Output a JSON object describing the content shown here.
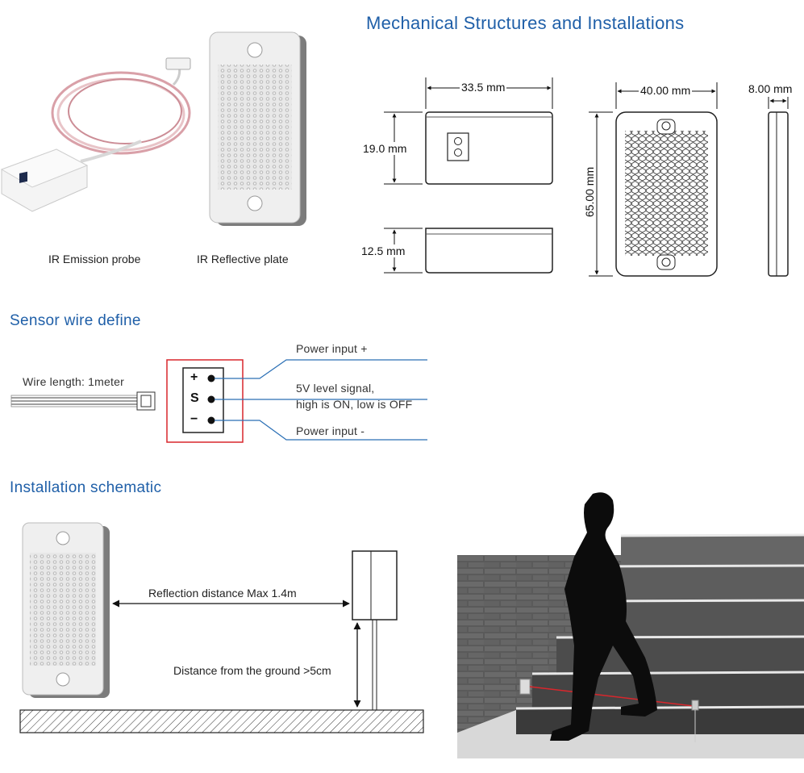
{
  "mechanical": {
    "title": "Mechanical Structures and Installations",
    "captions": {
      "probe": "IR Emission probe",
      "plate": "IR Reflective plate"
    },
    "dims": {
      "box_width": "33.5 mm",
      "box_height": "19.0 mm",
      "box_depth": "12.5 mm",
      "plate_width": "40.00 mm",
      "plate_height": "65.00 mm",
      "plate_thickness": "8.00 mm"
    }
  },
  "wire": {
    "title": "Sensor wire define",
    "length_label": "Wire length: 1meter",
    "pins": {
      "plus": "+",
      "signal": "S",
      "minus": "−"
    },
    "labels": {
      "power_plus": "Power input +",
      "signal_line1": "5V level signal,",
      "signal_line2": "high is ON, low is OFF",
      "power_minus": "Power input -"
    },
    "box_color": "#d9262c",
    "line_color": "#2a6fb5"
  },
  "installation": {
    "title": "Installation schematic",
    "reflection_label": "Reflection distance Max 1.4m",
    "ground_label": "Distance from the ground >5cm"
  }
}
